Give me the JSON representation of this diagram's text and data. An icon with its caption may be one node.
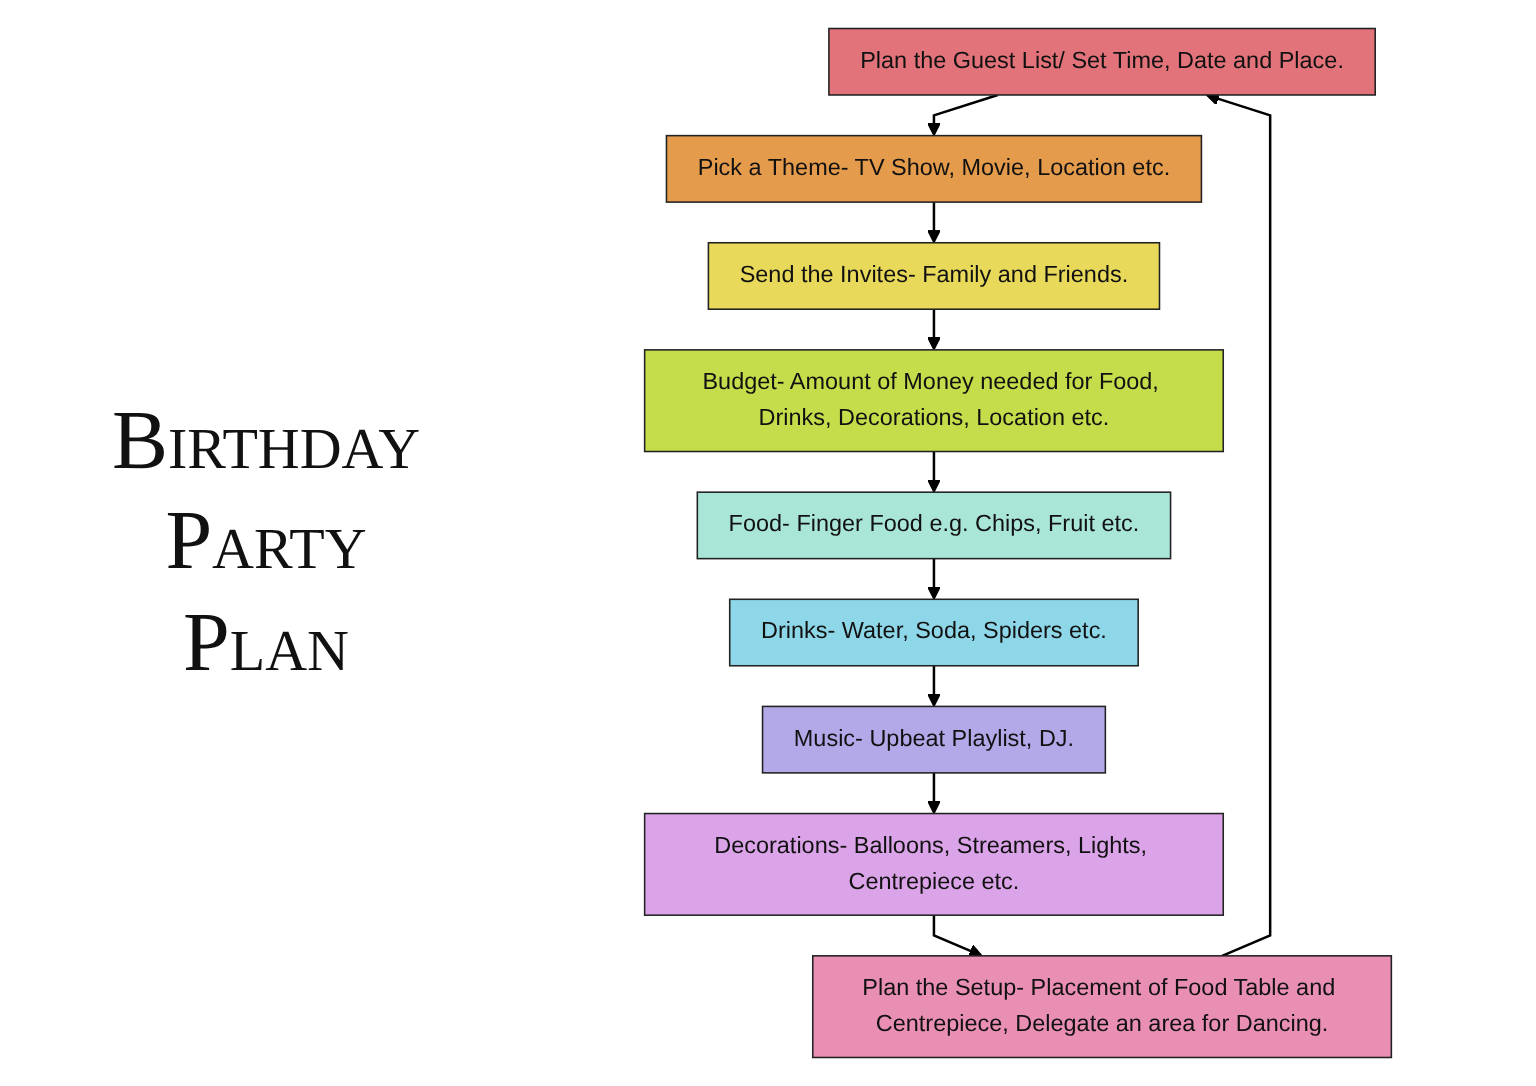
{
  "diagram": {
    "title": "Birthday Party Plan",
    "nodes": [
      {
        "text": [
          "Plan the Guest List/ Set Time, Date and Place."
        ]
      },
      {
        "text": [
          "Pick a Theme- TV Show, Movie, Location etc."
        ]
      },
      {
        "text": [
          "Send the Invites- Family and Friends."
        ]
      },
      {
        "text": [
          "Budget- Amount of Money needed for Food, Drinks, Decorations, Location etc."
        ]
      },
      {
        "text": [
          "Food- Finger Food e.g. Chips, Fruit etc."
        ]
      },
      {
        "text": [
          "Drinks- Water, Soda, Spiders etc."
        ]
      },
      {
        "text": [
          "Music- Upbeat Playlist, DJ."
        ]
      },
      {
        "text": [
          "Decorations- Balloons, Streamers, Lights, Centrepiece etc."
        ]
      },
      {
        "text": [
          "Plan the Setup- Placement of Food Table and Centrepiece, Delegate an area for Dancing."
        ]
      }
    ],
    "edges": [
      {
        "from": 0,
        "to": 1,
        "arrow": "to"
      },
      {
        "from": 1,
        "to": 2,
        "arrow": "to"
      },
      {
        "from": 2,
        "to": 3,
        "arrow": "to"
      },
      {
        "from": 3,
        "to": 4,
        "arrow": "to"
      },
      {
        "from": 4,
        "to": 5,
        "arrow": "to"
      },
      {
        "from": 5,
        "to": 6,
        "arrow": "to"
      },
      {
        "from": 6,
        "to": 7,
        "arrow": "to"
      },
      {
        "from": 7,
        "to": 8,
        "arrow": "to"
      },
      {
        "from": 8,
        "to": 0,
        "arrow": "to"
      }
    ]
  }
}
